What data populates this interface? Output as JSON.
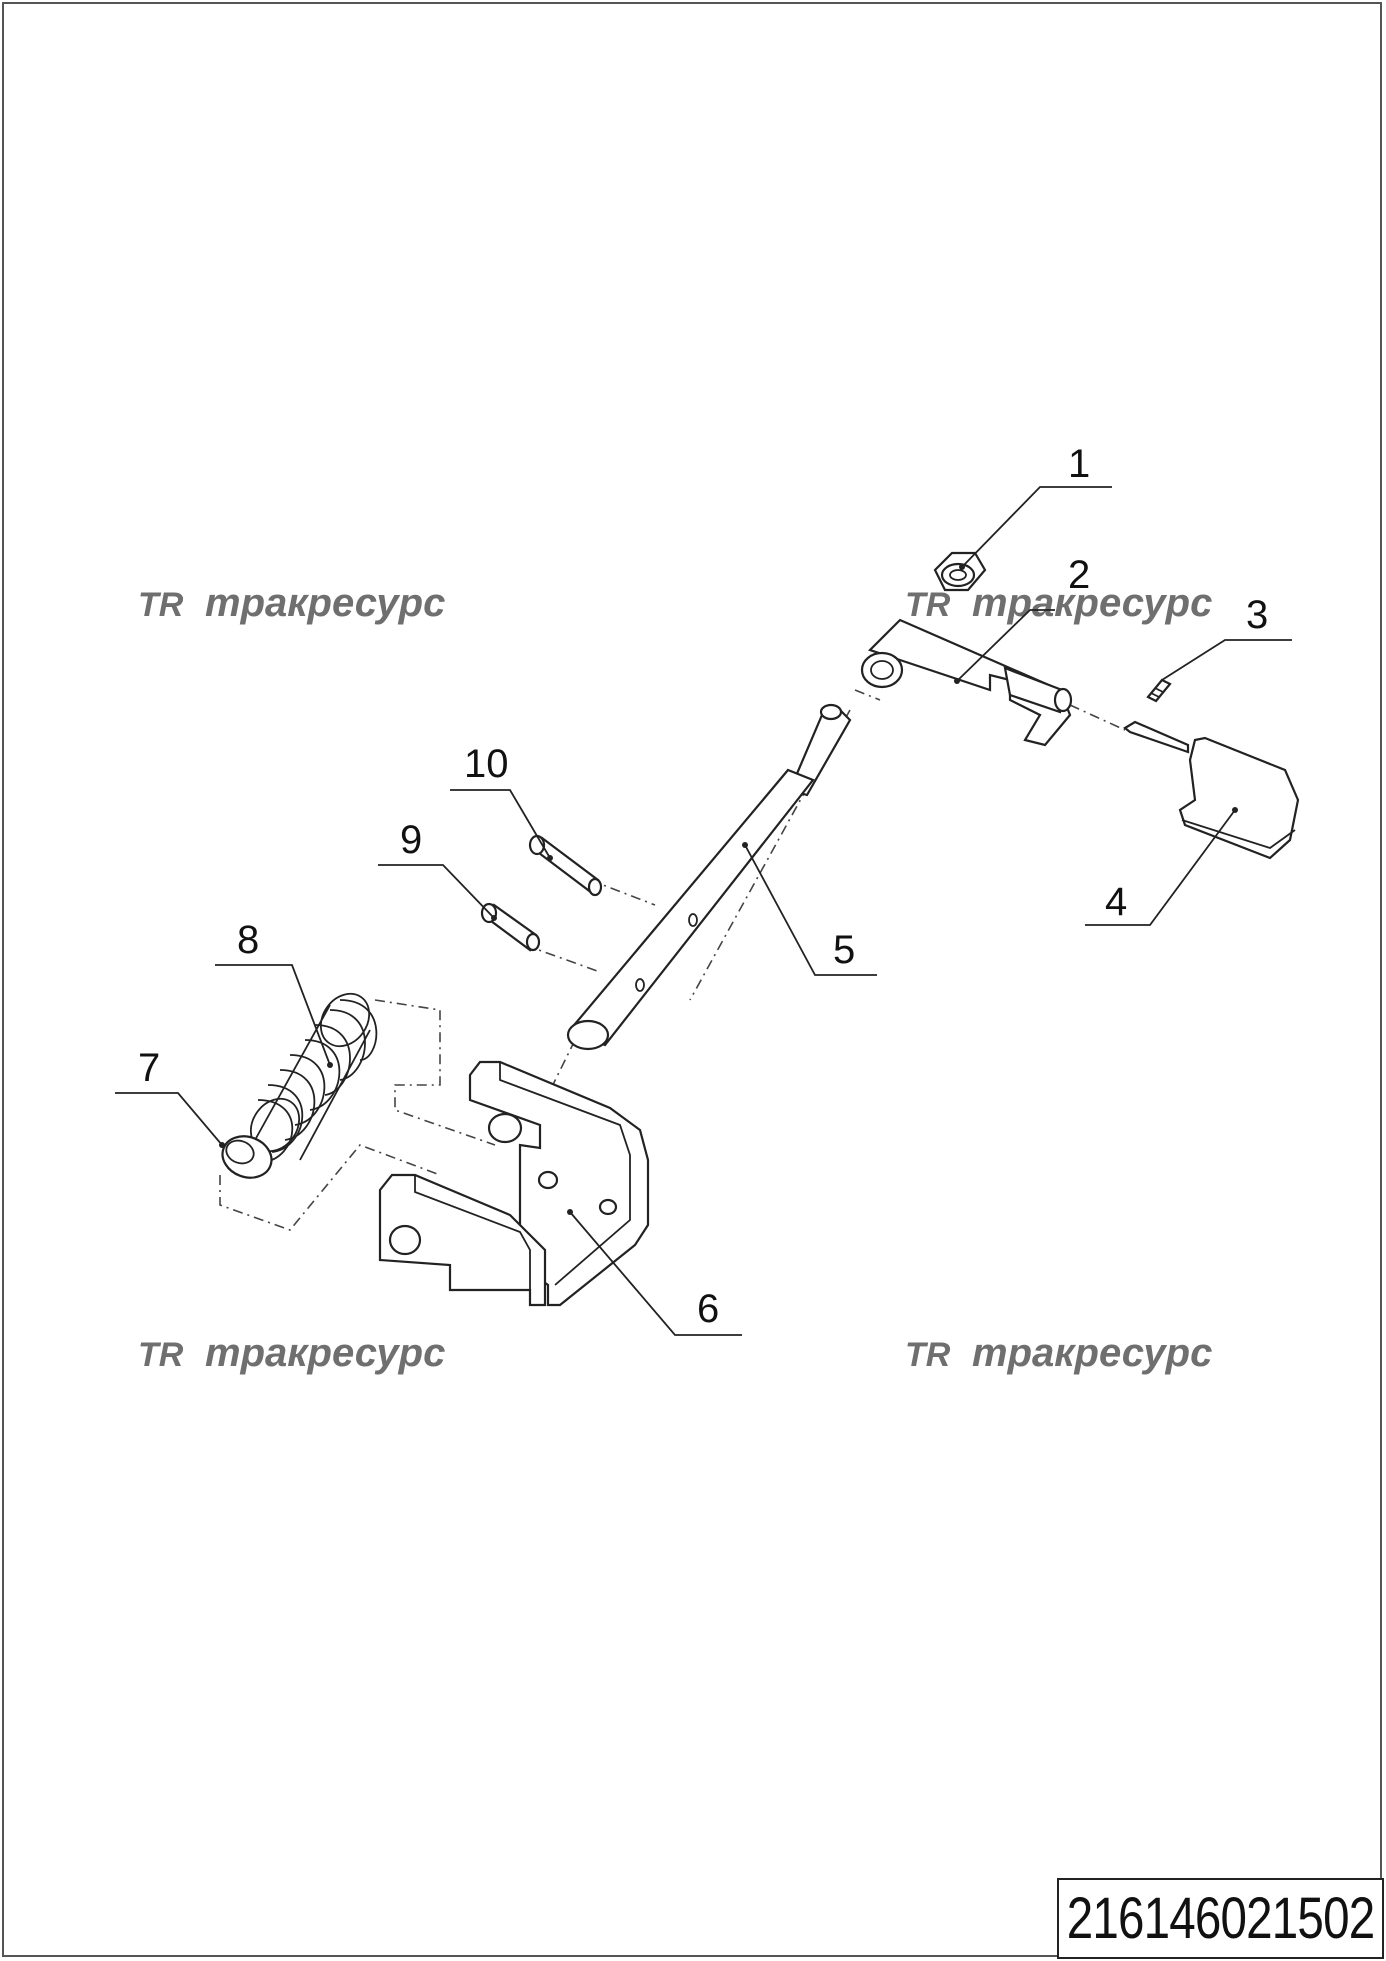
{
  "drawing": {
    "document_code": "216146021502",
    "watermark": {
      "logo": "TR",
      "text": "тракресурс"
    },
    "callouts": [
      {
        "id": "c1",
        "label": "1"
      },
      {
        "id": "c2",
        "label": "2"
      },
      {
        "id": "c3",
        "label": "3"
      },
      {
        "id": "c4",
        "label": "4"
      },
      {
        "id": "c5",
        "label": "5"
      },
      {
        "id": "c6",
        "label": "6"
      },
      {
        "id": "c7",
        "label": "7"
      },
      {
        "id": "c8",
        "label": "8"
      },
      {
        "id": "c9",
        "label": "9"
      },
      {
        "id": "c10",
        "label": "10"
      }
    ]
  }
}
